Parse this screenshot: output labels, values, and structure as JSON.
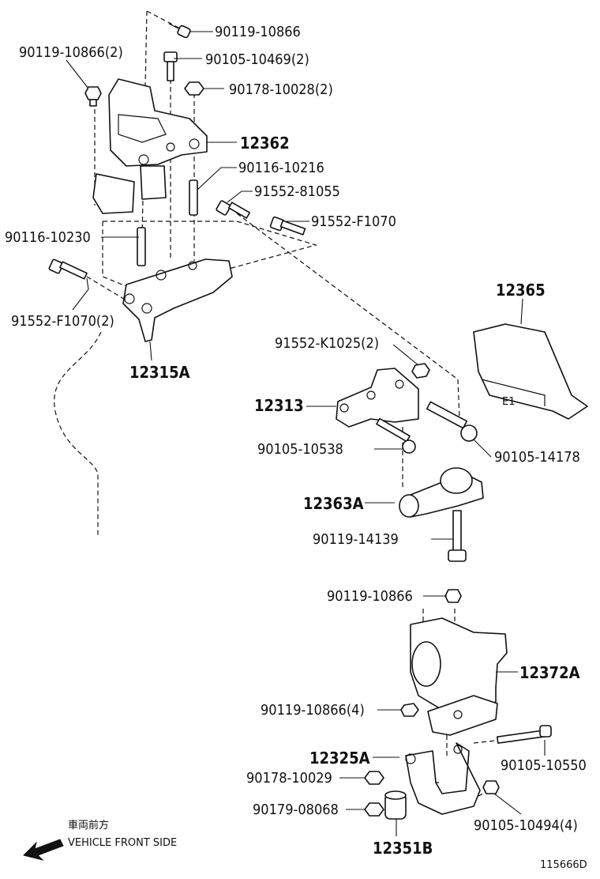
{
  "labels": {
    "l01": "90119-10866",
    "l02": "90119-10866(2)",
    "l03": "90105-10469(2)",
    "l04": "90178-10028(2)",
    "l05": "12362",
    "l06": "90116-10216",
    "l07": "91552-81055",
    "l08": "91552-F1070",
    "l09": "90116-10230",
    "l10": "91552-F1070(2)",
    "l11": "12315A",
    "l12": "12365",
    "l13": "91552-K1025(2)",
    "l14": "12313",
    "l15": "90105-10538",
    "l16": "90105-14178",
    "l17": "12363A",
    "l18": "90119-14139",
    "l19": "90119-10866",
    "l20": "12372A",
    "l21": "90119-10866(4)",
    "l22": "12325A",
    "l23": "90105-10550",
    "l24": "90178-10029",
    "l25": "90179-08068",
    "l26": "90105-10494(4)",
    "l27": "12351B"
  },
  "direction": {
    "kanji": "車両前方",
    "english": "VEHICLE FRONT SIDE"
  },
  "figure_id": "115666D"
}
